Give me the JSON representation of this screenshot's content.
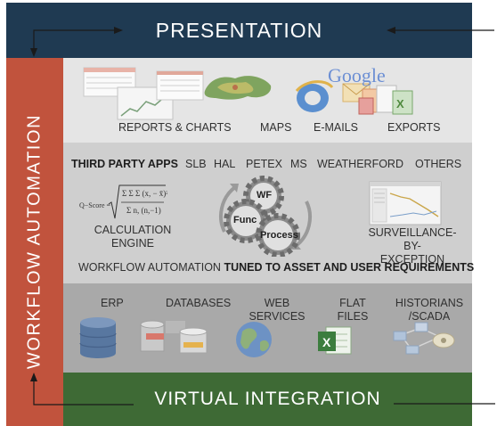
{
  "top": {
    "title": "PRESENTATION"
  },
  "side": {
    "title": "WORKFLOW AUTOMATION"
  },
  "bottom": {
    "title": "VIRTUAL INTEGRATION"
  },
  "outputs": {
    "reports_label": "REPORTS & CHARTS",
    "maps_label": "MAPS",
    "emails_label": "E-MAILS",
    "exports_label": "EXPORTS",
    "google_logo": "Google"
  },
  "apps": {
    "third_party_label": "THIRD PARTY APPS",
    "vendors": [
      "SLB",
      "HAL",
      "PETEX",
      "MS",
      "WEATHERFORD",
      "OTHERS"
    ],
    "calc_line1": "CALCULATION",
    "calc_line2": "ENGINE",
    "formula_prefix": "Q−Score =",
    "gear_wf": "WF",
    "gear_func": "Func",
    "gear_process": "Process",
    "surv_line1": "SURVEILLANCE-BY-",
    "surv_line2": "EXCEPTION",
    "workflow_prefix": "WORKFLOW AUTOMATION",
    "workflow_suffix": "TUNED TO ASSET AND USER REQUIREMENTS"
  },
  "sources": {
    "erp": "ERP",
    "databases": "DATABASES",
    "web_line1": "WEB",
    "web_line2": "SERVICES",
    "flat_line1": "FLAT",
    "flat_line2": "FILES",
    "hist_line1": "HISTORIANS",
    "hist_line2": "/SCADA"
  },
  "colors": {
    "presentation": "#1f3a52",
    "workflow": "#c1533d",
    "integration": "#3e6a35"
  }
}
